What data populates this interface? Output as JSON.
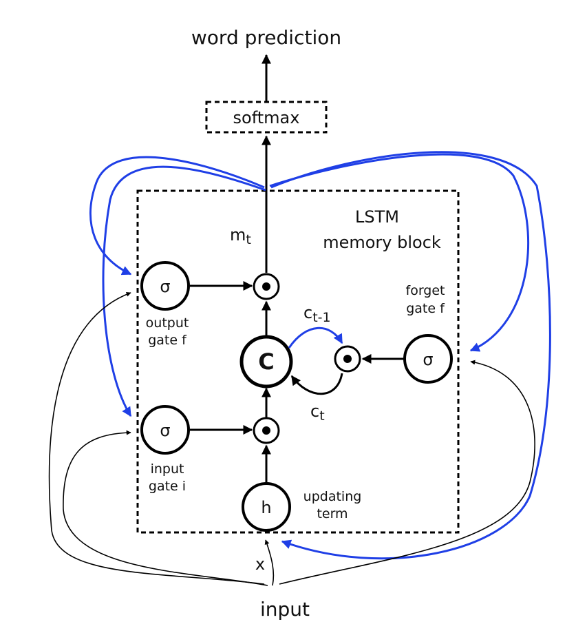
{
  "title": "word prediction",
  "softmax_label": "softmax",
  "block_label_line1": "LSTM",
  "block_label_line2": "memory block",
  "cell_symbol": "C",
  "sigma_symbol": "σ",
  "h_symbol": "h",
  "output_gate": {
    "line1": "output",
    "line2": "gate f"
  },
  "input_gate": {
    "line1": "input",
    "line2": "gate i"
  },
  "forget_gate": {
    "line1": "forget",
    "line2": "gate f"
  },
  "updating_term": {
    "line1": "updating",
    "line2": "term"
  },
  "m_t": {
    "base": "m",
    "sub": "t"
  },
  "c_prev": {
    "base": "c",
    "sub": "t-1"
  },
  "c_t": {
    "base": "c",
    "sub": "t"
  },
  "x_label": "x",
  "input_label": "input",
  "colors": {
    "ink": "#000000",
    "recurrent": "#1f3fe6"
  }
}
